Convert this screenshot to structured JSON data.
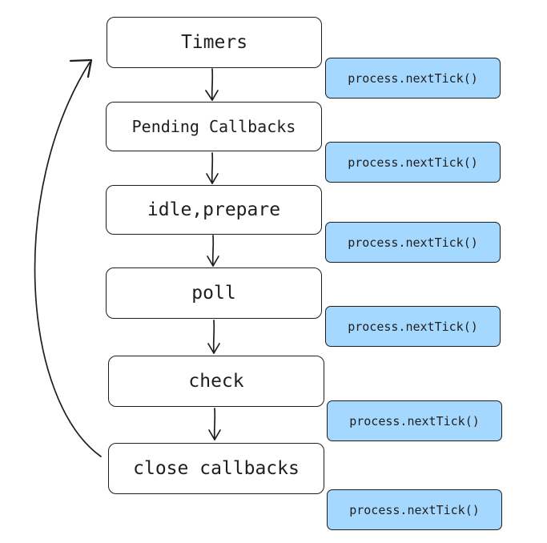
{
  "phases": [
    {
      "label": "Timers"
    },
    {
      "label": "Pending Callbacks"
    },
    {
      "label": "idle,prepare"
    },
    {
      "label": "poll"
    },
    {
      "label": "check"
    },
    {
      "label": "close callbacks"
    }
  ],
  "ticks": [
    {
      "label": "process.nextTick()"
    },
    {
      "label": "process.nextTick()"
    },
    {
      "label": "process.nextTick()"
    },
    {
      "label": "process.nextTick()"
    },
    {
      "label": "process.nextTick()"
    },
    {
      "label": "process.nextTick()"
    }
  ],
  "colors": {
    "stroke": "#1e1e1e",
    "tick_fill": "#a5d8ff",
    "phase_fill": "#ffffff"
  }
}
